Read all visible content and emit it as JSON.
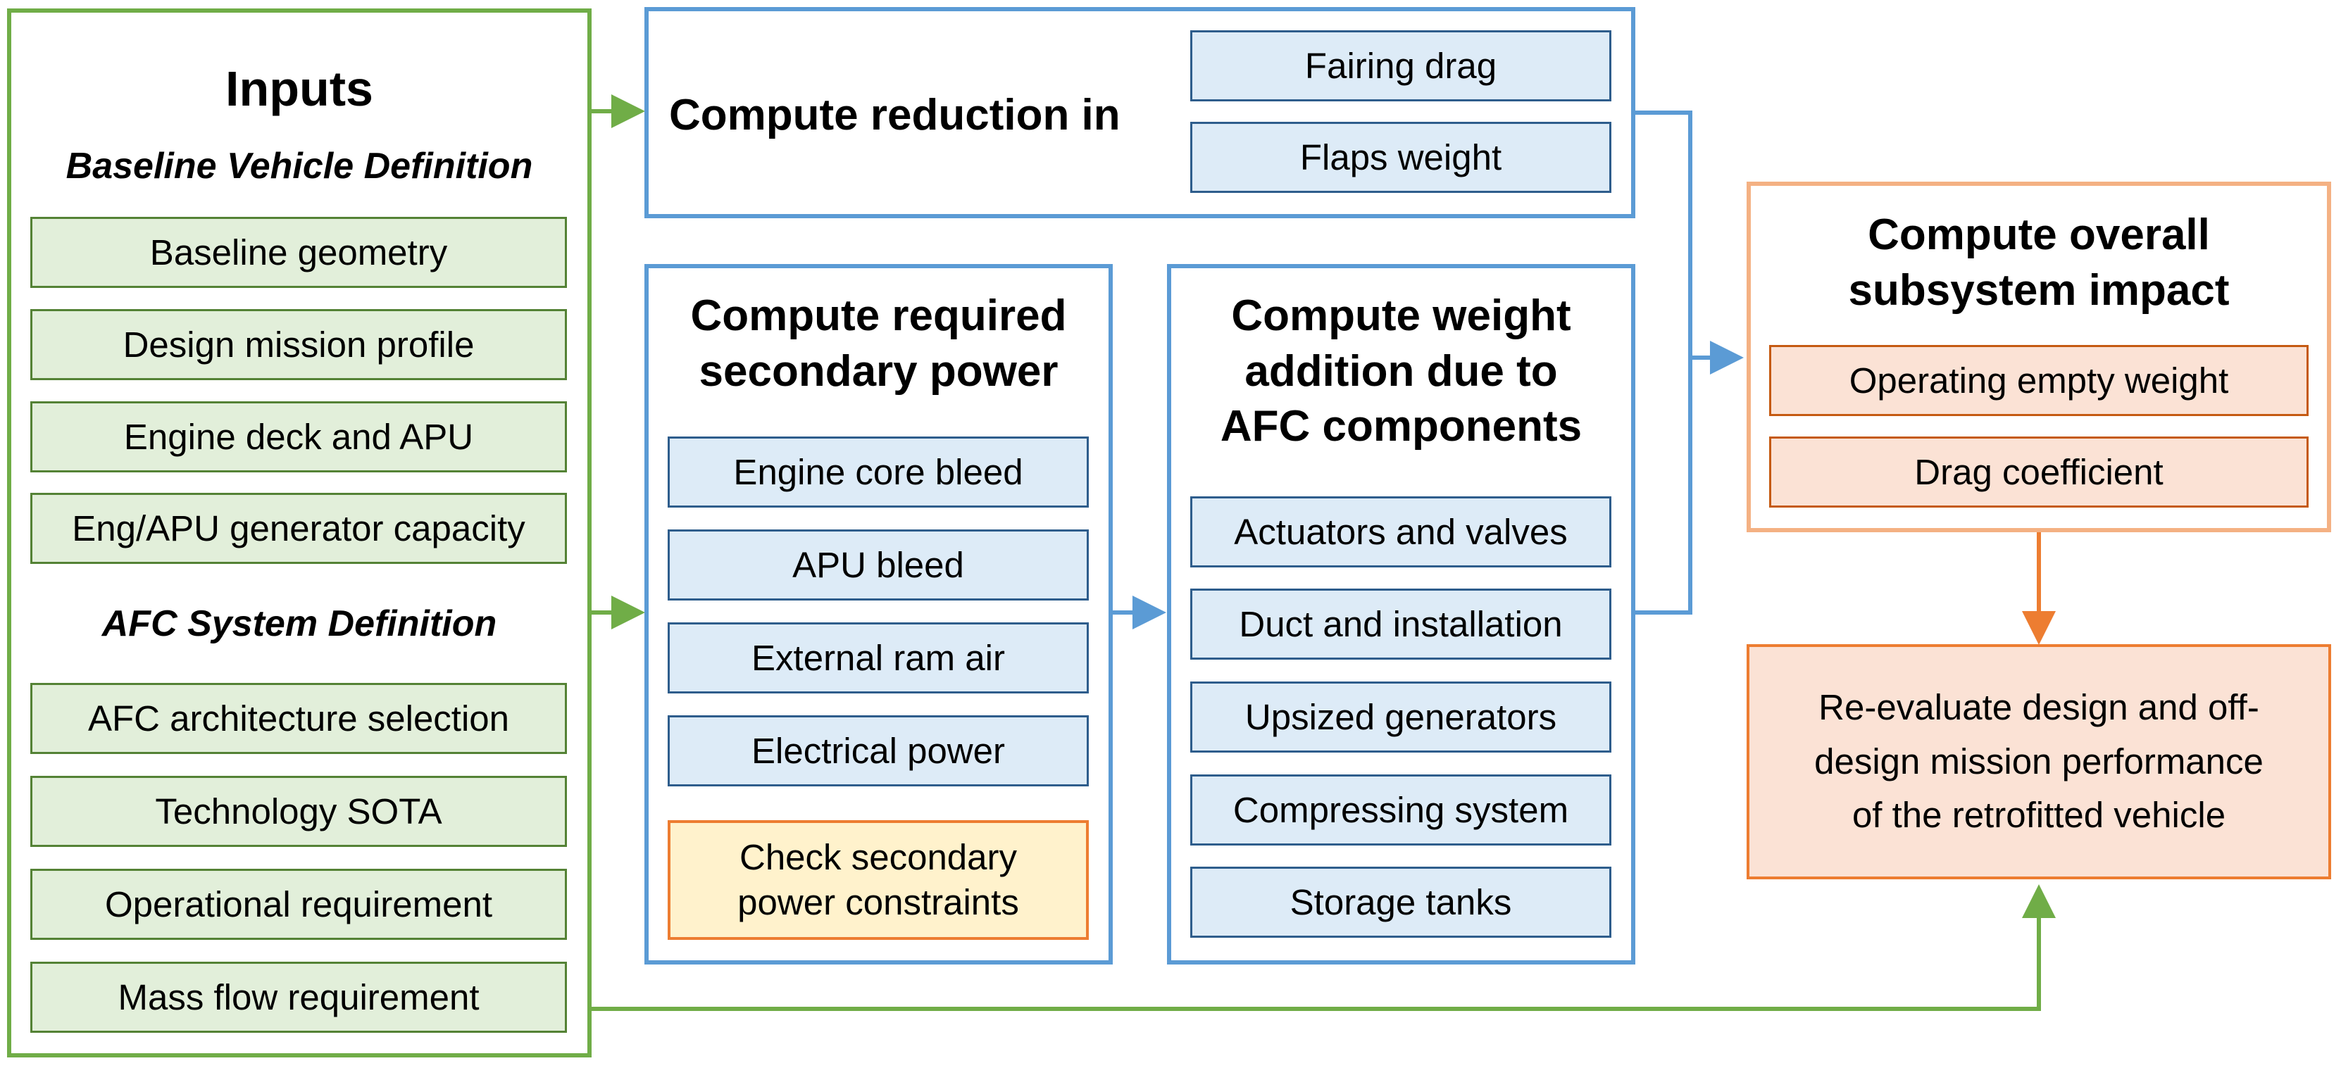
{
  "inputs": {
    "title": "Inputs",
    "baseline_heading": "Baseline Vehicle Definition",
    "baseline_items": [
      "Baseline geometry",
      "Design mission profile",
      "Engine deck and APU",
      "Eng/APU generator capacity"
    ],
    "afc_heading": "AFC System Definition",
    "afc_items": [
      "AFC architecture selection",
      "Technology SOTA",
      "Operational requirement",
      "Mass flow requirement"
    ]
  },
  "reduction": {
    "title": "Compute reduction in",
    "items": [
      "Fairing drag",
      "Flaps weight"
    ]
  },
  "secondary_power": {
    "title_lines": [
      "Compute required",
      "secondary power"
    ],
    "items": [
      "Engine core bleed",
      "APU bleed",
      "External ram air",
      "Electrical power"
    ],
    "check_lines": [
      "Check secondary",
      "power constraints"
    ]
  },
  "weight_addition": {
    "title_lines": [
      "Compute weight",
      "addition due to",
      "AFC components"
    ],
    "items": [
      "Actuators and valves",
      "Duct and installation",
      "Upsized generators",
      "Compressing system",
      "Storage tanks"
    ]
  },
  "overall_impact": {
    "title_lines": [
      "Compute overall",
      "subsystem impact"
    ],
    "items": [
      "Operating empty weight",
      "Drag coefficient"
    ]
  },
  "reevaluate": {
    "lines": [
      "Re-evaluate design and off-",
      "design mission performance",
      "of the retrofitted vehicle"
    ]
  },
  "colors": {
    "green": "#70ad47",
    "blue": "#5b9bd5",
    "orange": "#ed7d31",
    "peach": "#f4b183"
  }
}
